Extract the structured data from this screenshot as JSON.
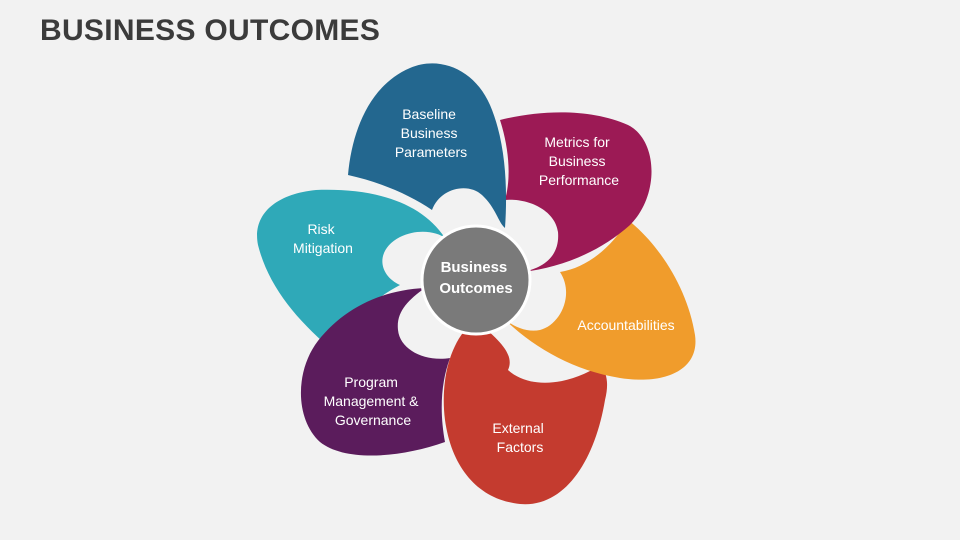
{
  "title": "BUSINESS OUTCOMES",
  "center": {
    "lines": [
      "Business",
      "Outcomes"
    ],
    "color": "#7a7a7a"
  },
  "petals": [
    {
      "id": "baseline",
      "lines": [
        "Baseline",
        "Business",
        "Parameters"
      ],
      "color": "#23678f"
    },
    {
      "id": "metrics",
      "lines": [
        "Metrics for",
        "Business",
        "Performance"
      ],
      "color": "#9c1a55"
    },
    {
      "id": "accountabilities",
      "lines": [
        "Accountabilities"
      ],
      "color": "#f09c2c"
    },
    {
      "id": "external",
      "lines": [
        "External",
        "Factors"
      ],
      "color": "#c43b2f"
    },
    {
      "id": "program",
      "lines": [
        "Program",
        "Management &",
        "Governance"
      ],
      "color": "#5b1c5c"
    },
    {
      "id": "risk",
      "lines": [
        "Risk",
        "Mitigation"
      ],
      "color": "#2fa9b8"
    }
  ]
}
